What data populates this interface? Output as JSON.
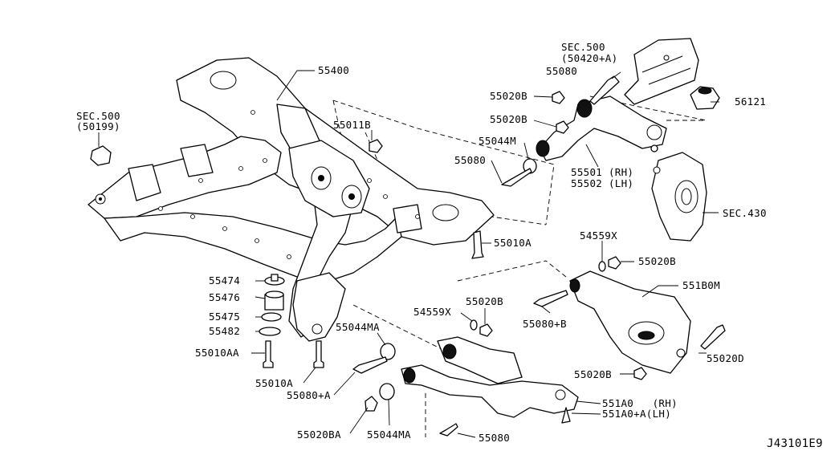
{
  "diagram_id": "J43101E9",
  "labels": {
    "p55400": "55400",
    "sec500_top": "SEC.500",
    "sec500_top_sub": "(50420+A)",
    "p56121": "56121",
    "p55080_top": "55080",
    "p55020b_1": "55020B",
    "p55020b_2": "55020B",
    "p55044m": "55044M",
    "p55080_mid": "55080",
    "p55501": "55501 (RH)",
    "p55502": "55502 (LH)",
    "sec500_left": "SEC.500",
    "sec500_left_sub": "(50199)",
    "p55011b": "55011B",
    "sec430": "SEC.430",
    "p55010a_mid": "55010A",
    "p54559x_right": "54559X",
    "p55020b_right": "55020B",
    "p551b0m": "551B0M",
    "p55474": "55474",
    "p55476": "55476",
    "p55475": "55475",
    "p55482": "55482",
    "p55010aa": "55010AA",
    "p55010a_low": "55010A",
    "p55020b_mid": "55020B",
    "p54559x_mid": "54559X",
    "p55044ma_1": "55044MA",
    "p55080b": "55080+B",
    "p55080a": "55080+A",
    "p55020d": "55020D",
    "p55020b_low": "55020B",
    "p551a0": "551A0   (RH)",
    "p551a0a": "551A0+A(LH)",
    "p55020ba": "55020BA",
    "p55044ma_2": "55044MA",
    "p55080_bottom": "55080"
  }
}
